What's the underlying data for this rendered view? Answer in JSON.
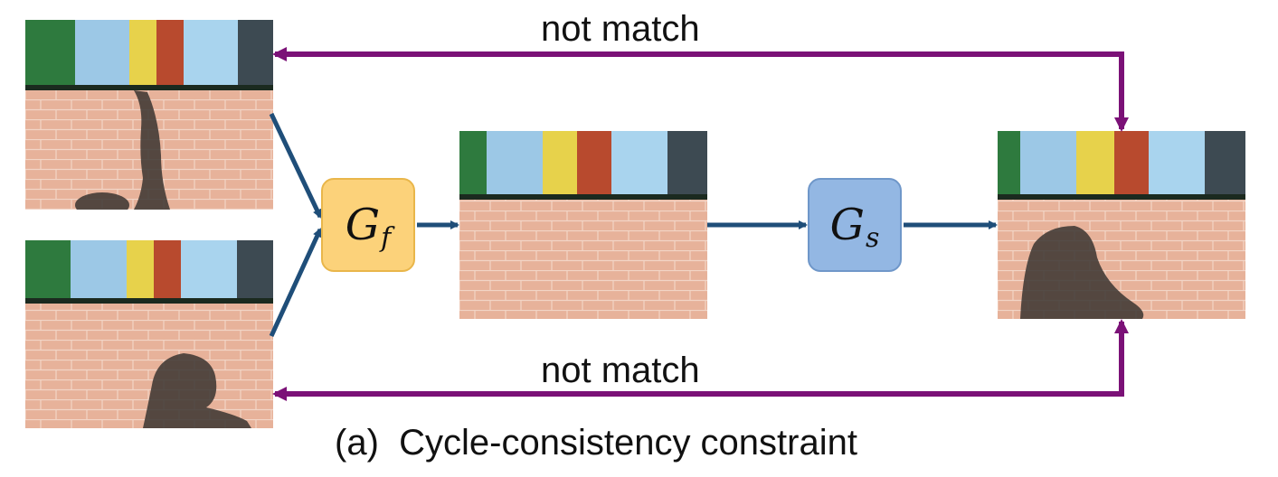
{
  "generators": [
    {
      "main": "G",
      "sub": "f"
    },
    {
      "main": "G",
      "sub": "s"
    }
  ],
  "labels": {
    "top": "not match",
    "bottom": "not match"
  },
  "caption": "(a)  Cycle-consistency constraint",
  "colors": {
    "flow_arrow": "#1f4e79",
    "mismatch_arrow": "#7b1177",
    "gen_f_fill": "#fcd27a",
    "gen_s_fill": "#93b7e3"
  }
}
